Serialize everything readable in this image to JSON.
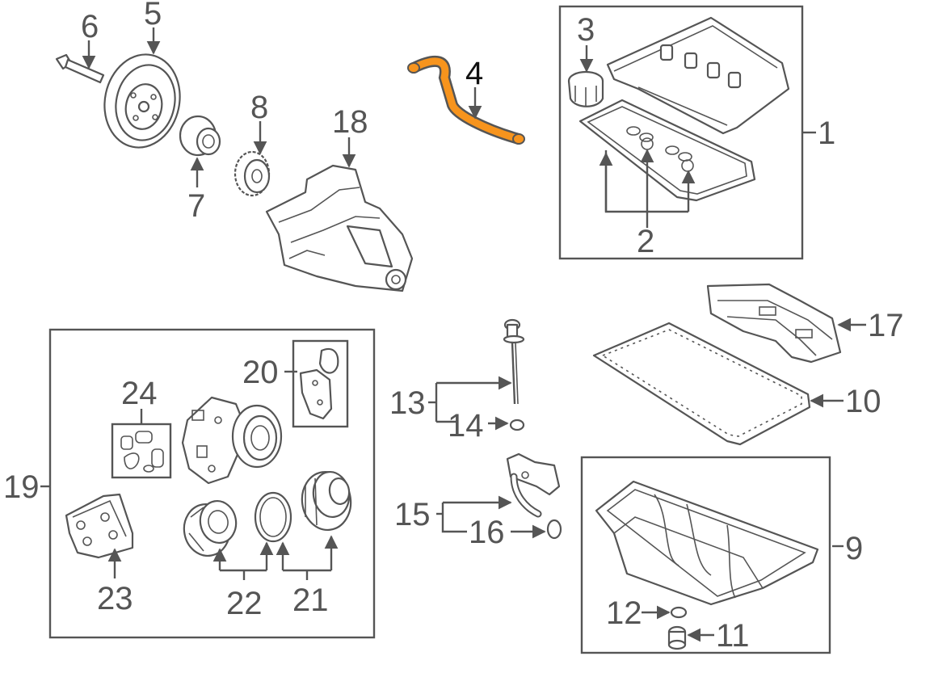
{
  "diagram": {
    "highlight_color": "#f7941d",
    "line_color": "#555555",
    "callouts": {
      "c1": "1",
      "c2": "2",
      "c3": "3",
      "c4": "4",
      "c5": "5",
      "c6": "6",
      "c7": "7",
      "c8": "8",
      "c9": "9",
      "c10": "10",
      "c11": "11",
      "c12": "12",
      "c13": "13",
      "c14": "14",
      "c15": "15",
      "c16": "16",
      "c17": "17",
      "c18": "18",
      "c19": "19",
      "c20": "20",
      "c21": "21",
      "c22": "22",
      "c23": "23",
      "c24": "24"
    }
  }
}
